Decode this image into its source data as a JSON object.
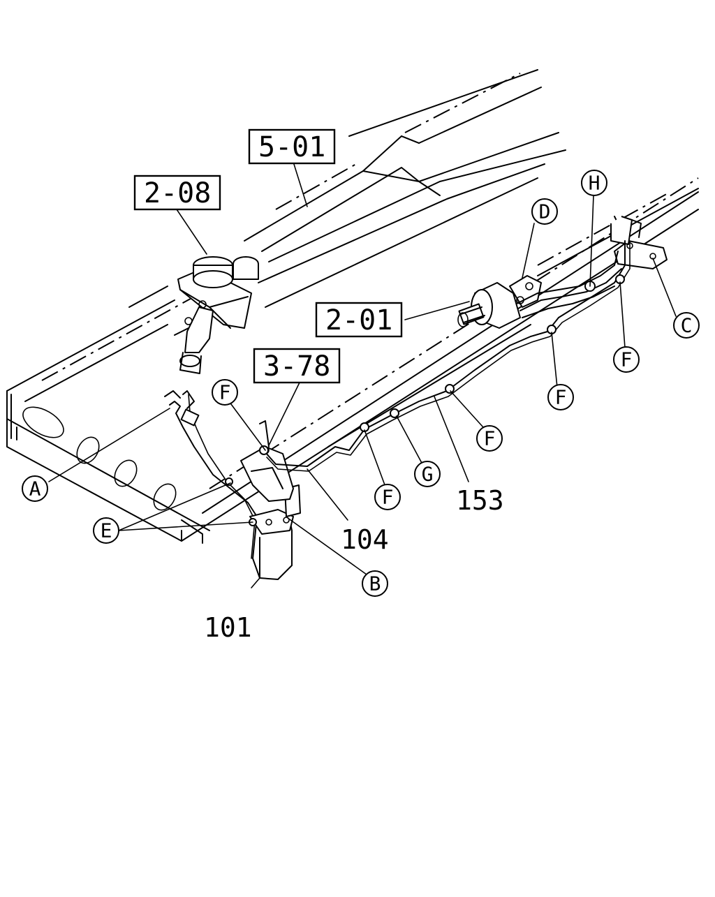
{
  "references": {
    "r501": "5-01",
    "r208": "2-08",
    "r201": "2-01",
    "r378": "3-78"
  },
  "callouts": {
    "A": "A",
    "B": "B",
    "C": "C",
    "D": "D",
    "E": "E",
    "F": "F",
    "G": "G",
    "H": "H"
  },
  "part_numbers": {
    "p101": "101",
    "p104": "104",
    "p153": "153"
  }
}
